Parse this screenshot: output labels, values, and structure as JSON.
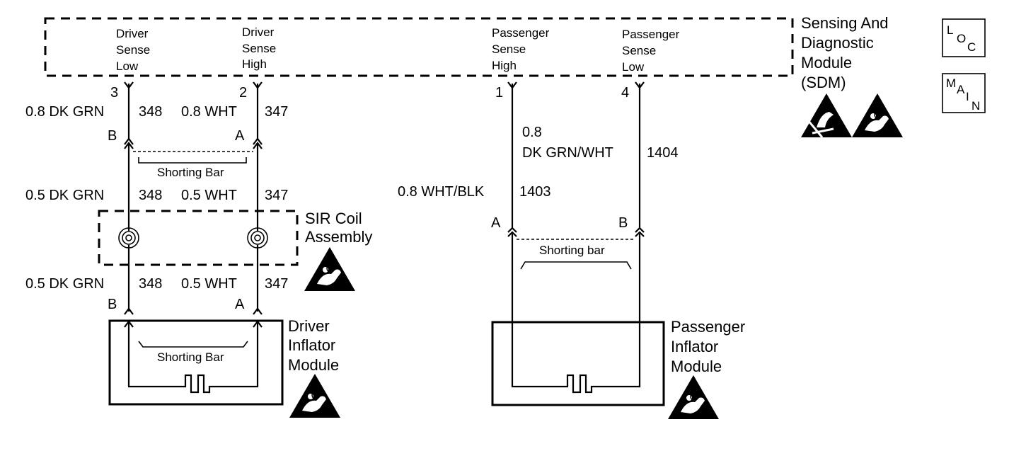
{
  "sdm": {
    "label": [
      "Sensing And",
      "Diagnostic",
      "Module",
      "(SDM)"
    ],
    "driver_sense_low": [
      "Driver",
      "Sense",
      "Low"
    ],
    "driver_sense_high": [
      "Driver",
      "Sense",
      "High"
    ],
    "passenger_sense_high": [
      "Passenger",
      "Sense",
      "High"
    ],
    "passenger_sense_low": [
      "Passenger",
      "Sense",
      "Low"
    ],
    "pins": {
      "driver_low": "3",
      "driver_high": "2",
      "passenger_high": "1",
      "passenger_low": "4"
    }
  },
  "side_icons": {
    "loc": {
      "top": "L",
      "mid": "O",
      "bot": "C"
    },
    "main": {
      "top": "M",
      "a": "A",
      "i": "I",
      "n": "N"
    }
  },
  "driver_circuit": {
    "upper_left_wire": "0.8 DK GRN",
    "upper_left_circuit": "348",
    "upper_right_wire": "0.8 WHT",
    "upper_right_circuit": "347",
    "connector_b": "B",
    "connector_a": "A",
    "shorting_bar_upper": "Shorting Bar",
    "mid_left_wire": "0.5 DK GRN",
    "mid_left_circuit": "348",
    "mid_right_wire": "0.5 WHT",
    "mid_right_circuit": "347",
    "coil_label": [
      "SIR Coil",
      "Assembly"
    ],
    "lower_left_wire": "0.5 DK GRN",
    "lower_left_circuit": "348",
    "lower_right_wire": "0.5 WHT",
    "lower_right_circuit": "347",
    "lower_connector_b": "B",
    "lower_connector_a": "A",
    "shorting_bar_lower": "Shorting Bar",
    "module_label": [
      "Driver",
      "Inflator",
      "Module"
    ]
  },
  "passenger_circuit": {
    "right_wire": [
      "0.8",
      "DK GRN/WHT"
    ],
    "right_circuit": "1404",
    "left_wire": "0.8 WHT/BLK",
    "left_circuit": "1403",
    "connector_a": "A",
    "connector_b": "B",
    "shorting_bar": "Shorting bar",
    "module_label": [
      "Passenger",
      "Inflator",
      "Module"
    ]
  }
}
